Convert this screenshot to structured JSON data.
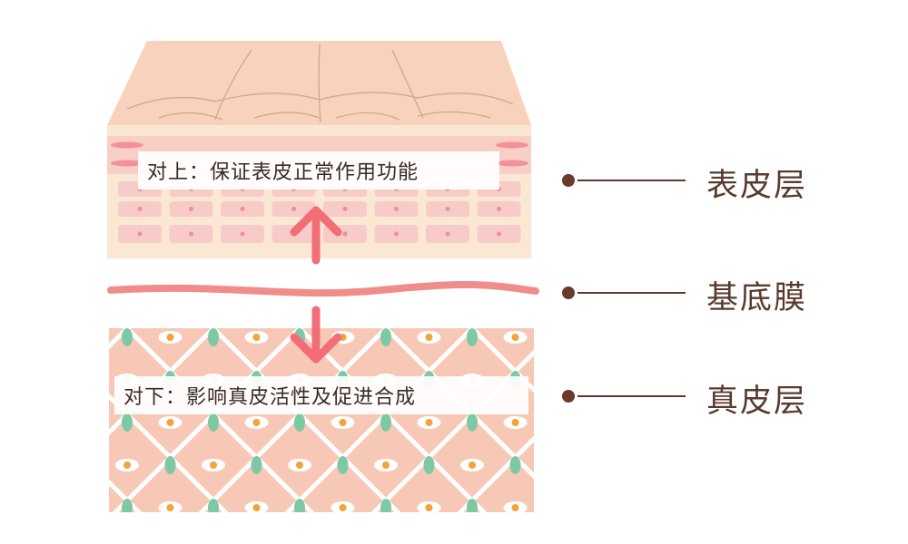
{
  "epidermis_caption": "对上：保证表皮正常作用功能",
  "dermis_caption": "对下：影响真皮活性及促进合成",
  "legend": [
    {
      "label": "表皮层"
    },
    {
      "label": "基底膜"
    },
    {
      "label": "真皮层"
    }
  ],
  "colors": {
    "skin_top": "#f8d2bd",
    "skin_front": "#fbe8d4",
    "pink_band": "#f7c8c3",
    "cell": "#f6c6c4",
    "membrane": "#f08c8a",
    "arrow": "#f26d75",
    "dermis": "#f7c8b6",
    "fibroblast_node": "#7cc9a3",
    "nucleus": "#f3a33c",
    "legend_text": "#5a3a2e"
  }
}
